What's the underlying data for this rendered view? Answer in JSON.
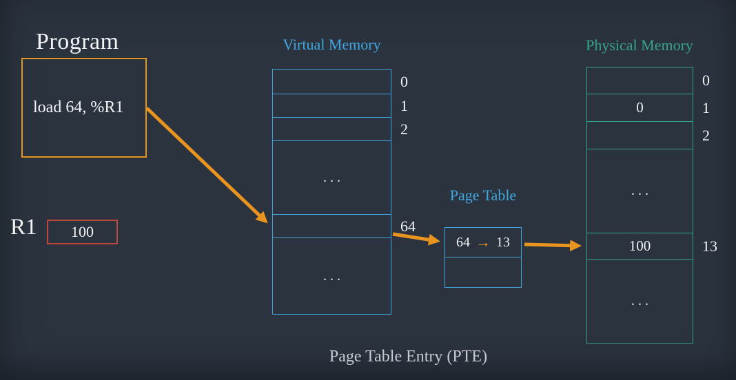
{
  "colors": {
    "background": "#2b333f",
    "orange": "#e8941e",
    "red": "#c0473f",
    "cyan": "#41a7e0",
    "teal": "#35a386",
    "text": "#f3f4f6",
    "caption": "#c8cad2"
  },
  "program": {
    "title": "Program",
    "instruction": "load 64, %R1"
  },
  "register": {
    "name": "R1",
    "value": "100"
  },
  "virtual_memory": {
    "title": "Virtual Memory",
    "rows": [
      {
        "content": "",
        "label": "0"
      },
      {
        "content": "",
        "label": "1"
      },
      {
        "content": "",
        "label": "2"
      },
      {
        "content": "...",
        "label": ""
      },
      {
        "content": "",
        "label": "64"
      },
      {
        "content": "...",
        "label": ""
      }
    ]
  },
  "page_table": {
    "title": "Page Table",
    "entry_from": "64",
    "entry_arrow": "→",
    "entry_to": "13",
    "empty_row": ""
  },
  "physical_memory": {
    "title": "Physical Memory",
    "rows": [
      {
        "content": "",
        "label": "0"
      },
      {
        "content": "0",
        "label": "1"
      },
      {
        "content": "",
        "label": "2"
      },
      {
        "content": "...",
        "label": ""
      },
      {
        "content": "100",
        "label": "13"
      },
      {
        "content": "...",
        "label": ""
      }
    ]
  },
  "caption": "Page Table Entry (PTE)"
}
